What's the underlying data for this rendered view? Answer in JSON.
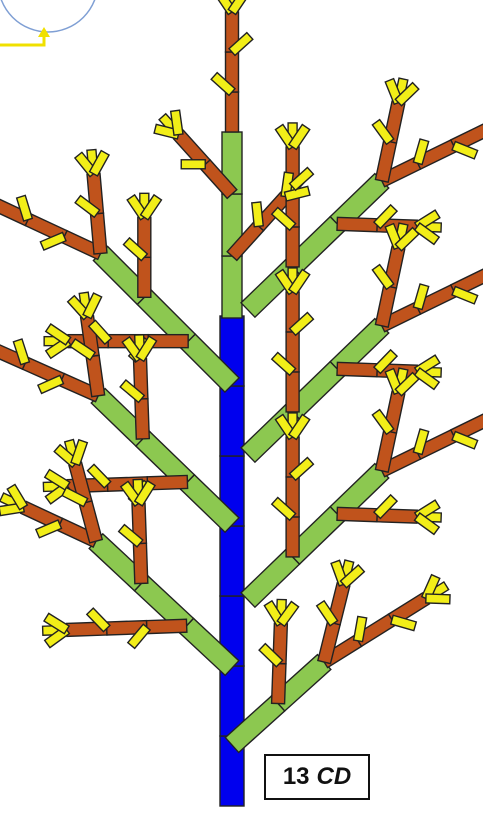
{
  "label": {
    "number": "13",
    "suffix": "CD"
  },
  "colors": {
    "stem": "#0000ee",
    "primary_branch": "#8cc850",
    "secondary_branch": "#c0531c",
    "tertiary_branch": "#f2ee18",
    "outline": "#222222",
    "circle": "#7f9fd4",
    "arrow": "#f0e000"
  },
  "icons": [
    "corner-circle",
    "corner-arrow"
  ]
}
